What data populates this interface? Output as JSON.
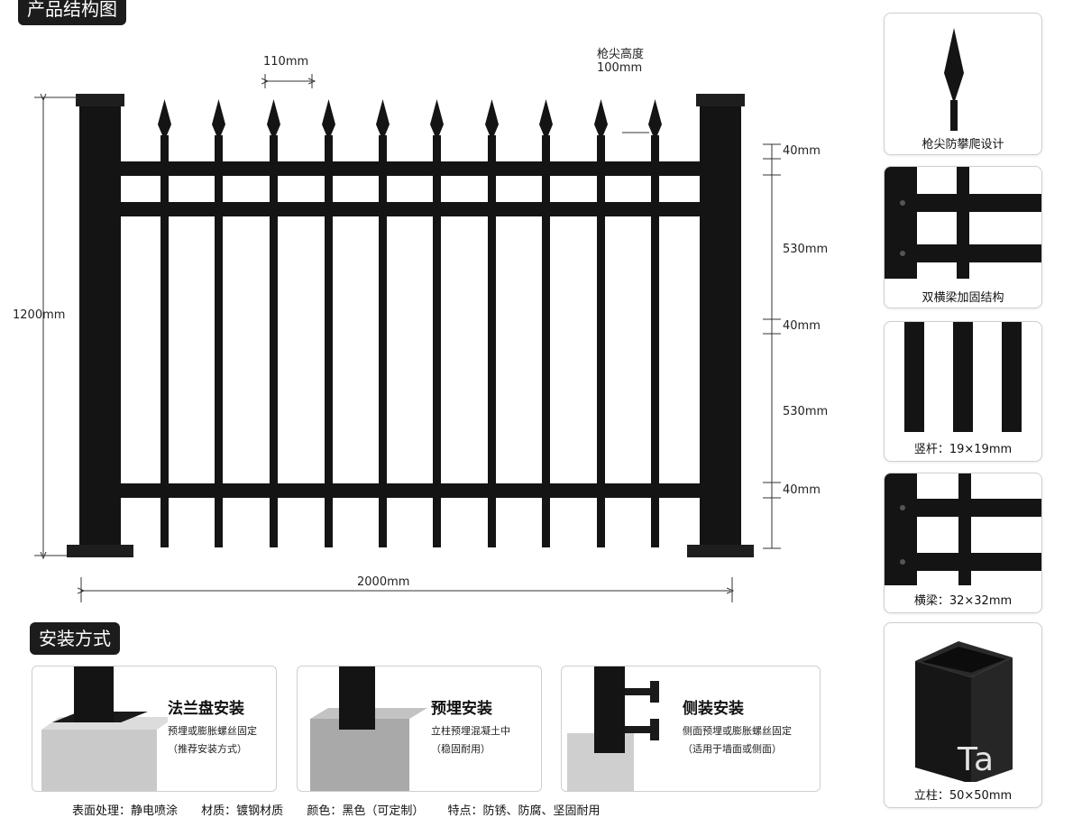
{
  "sections": {
    "structure_title": "产品结构图",
    "install_title": "安装方式"
  },
  "dimensions": {
    "spike_spacing": "110mm",
    "spike_height_label": "枪尖高度",
    "spike_height_value": "100mm",
    "total_height": "1200mm",
    "total_width": "2000mm",
    "right_stack": [
      "40mm",
      "530mm",
      "40mm",
      "530mm",
      "40mm"
    ]
  },
  "detail_cards": [
    {
      "caption": "枪尖防攀爬设计",
      "icon": "spear-tip-icon"
    },
    {
      "caption": "双横梁加固结构",
      "icon": "double-rail-icon"
    },
    {
      "caption": "竖杆：19×19mm",
      "icon": "vertical-bars-icon"
    },
    {
      "caption": "横梁：32×32mm",
      "icon": "crossbeam-icon"
    },
    {
      "caption": "立柱：50×50mm",
      "icon": "square-post-icon"
    }
  ],
  "install_methods": [
    {
      "title": "法兰盘安装",
      "desc1": "预埋或膨胀螺丝固定",
      "desc2": "（推荐安装方式）"
    },
    {
      "title": "预埋安装",
      "desc1": "立柱预埋混凝土中",
      "desc2": "（稳固耐用）"
    },
    {
      "title": "侧装安装",
      "desc1": "侧面预埋或膨胀螺丝固定",
      "desc2": "（适用于墙面或侧面）"
    }
  ],
  "footer": [
    "表面处理：静电喷涂",
    "材质：镀钢材质",
    "颜色：黑色（可定制）",
    "特点：防锈、防腐、坚固耐用"
  ],
  "watermark": "Ta",
  "colors": {
    "metal": "#141414",
    "tag_bg": "#1c1c1c",
    "concrete": "#c9c9c9"
  }
}
